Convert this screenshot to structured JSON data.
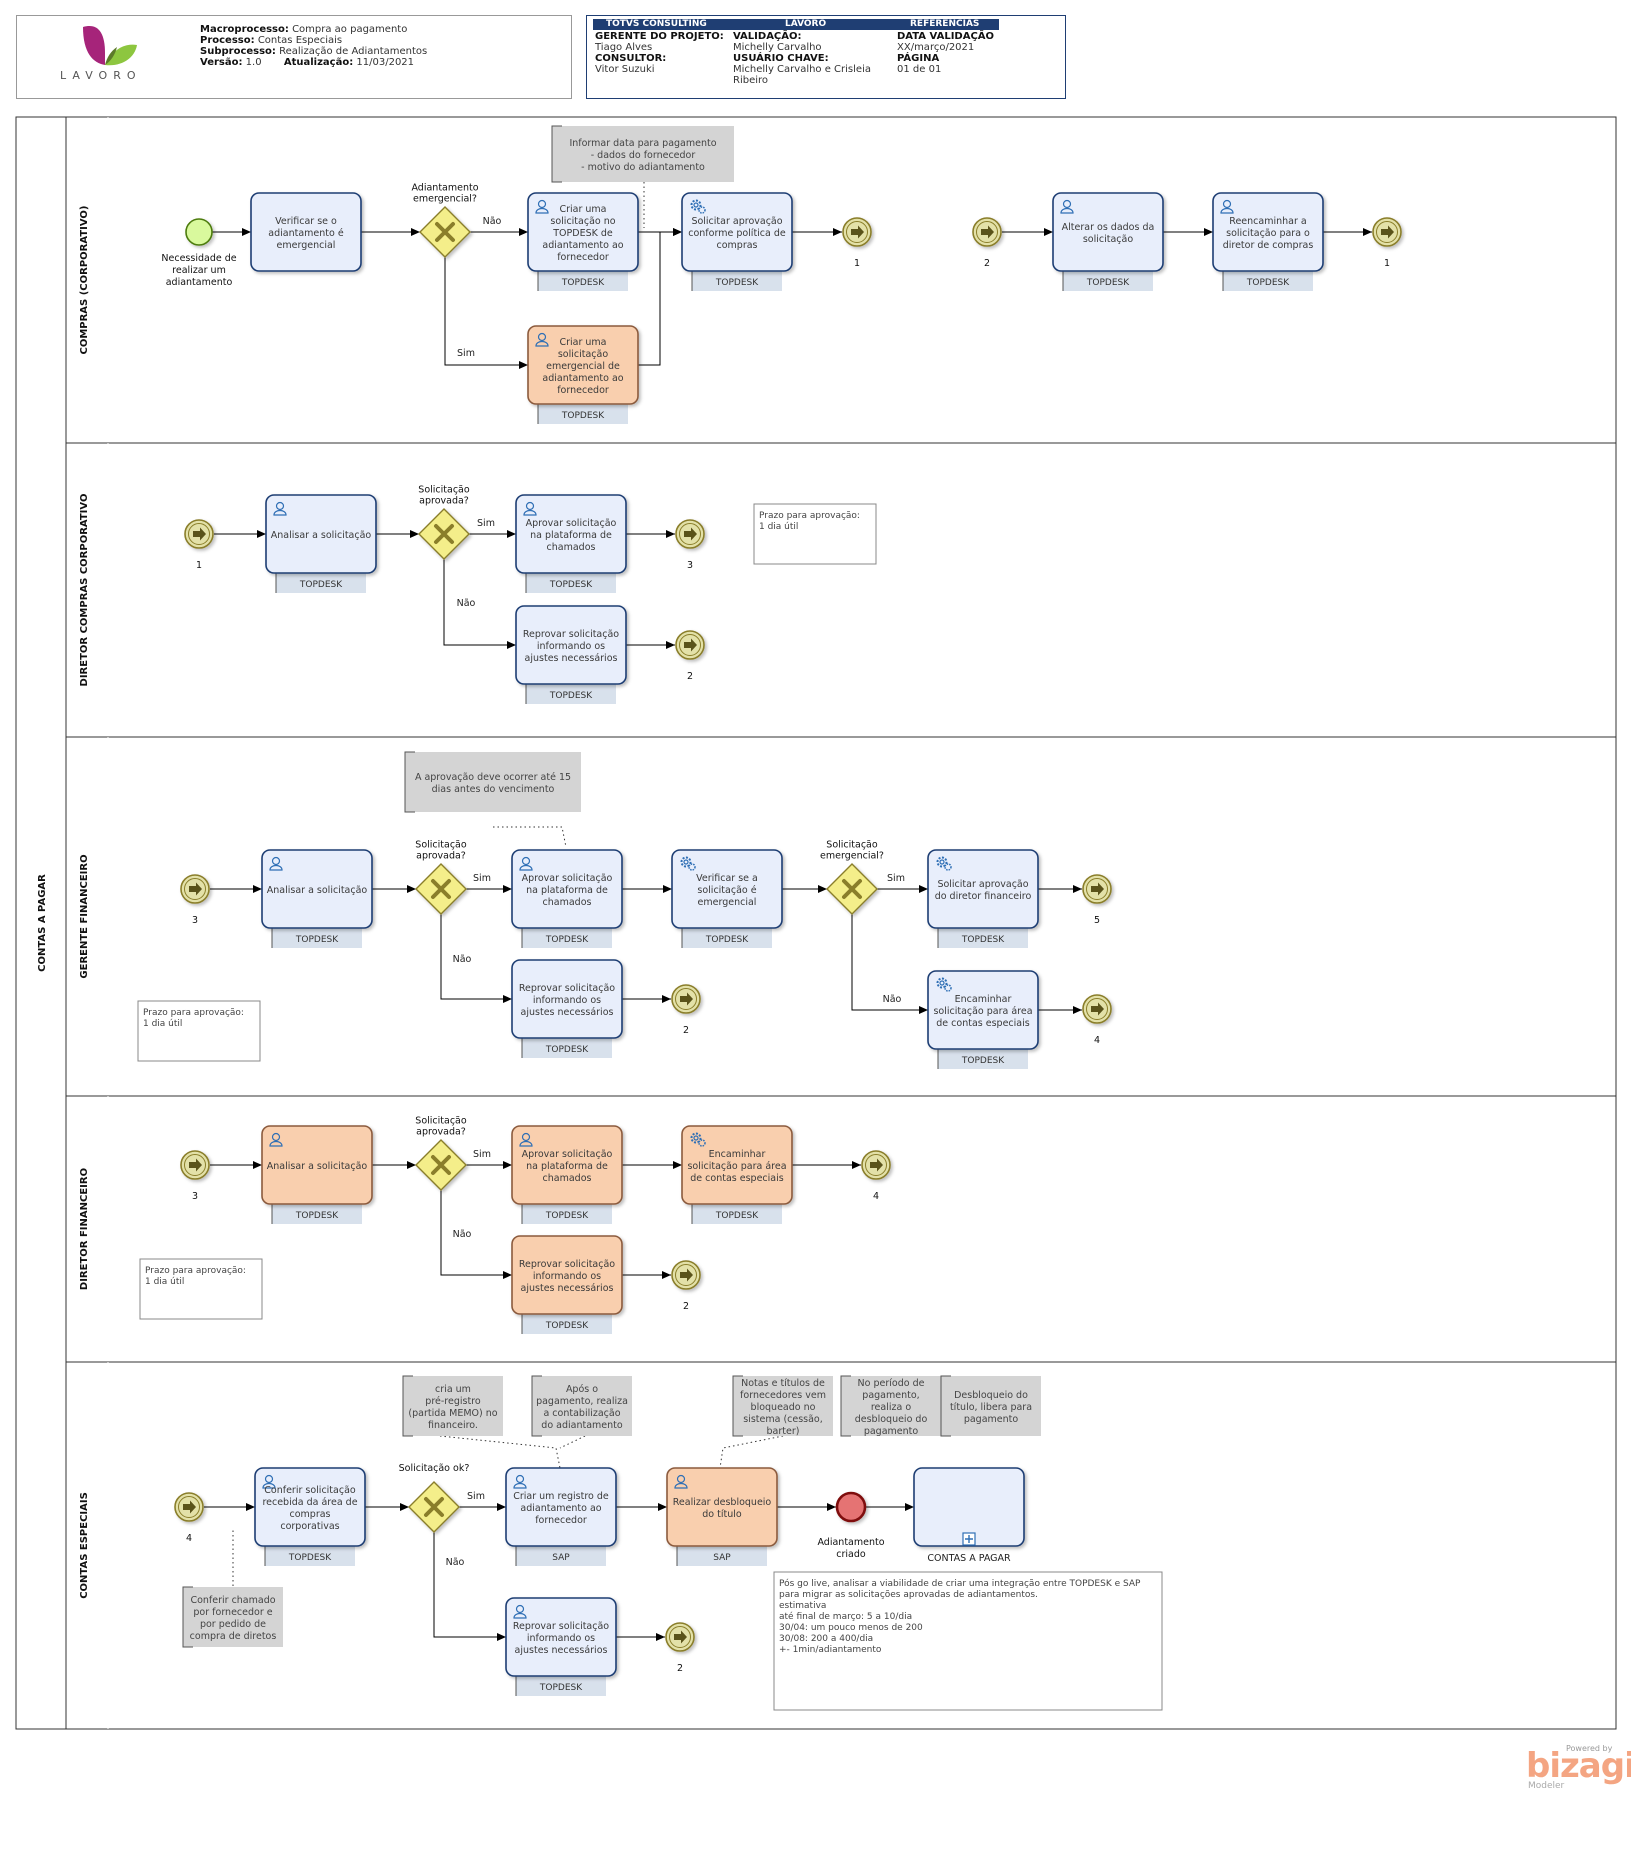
{
  "header": {
    "logo_text": "LAVORO",
    "macroprocesso_label": "Macroprocesso:",
    "macroprocesso": "Compra ao pagamento",
    "processo_label": "Processo:",
    "processo": "Contas Especiais",
    "subprocesso_label": "Subprocesso:",
    "subprocesso": "Realização de Adiantamentos",
    "versao_label": "Versão:",
    "versao": "1.0",
    "atualizacao_label": "Atualização:",
    "atualizacao": "11/03/2021",
    "table_heads": [
      "TOTVS CONSULTING",
      "LAVORO",
      "REFERÊNCIAS"
    ],
    "gerente_label": "GERENTE DO PROJETO:",
    "gerente": "Tiago Alves",
    "consultor_label": "CONSULTOR:",
    "consultor": "Vitor Suzuki",
    "validacao_label": "VALIDAÇÃO:",
    "validacao": "Michelly Carvalho",
    "usuario_label": "USUÁRIO CHAVE:",
    "usuario": [
      "Michelly Carvalho e Crisleia",
      "Ribeiro"
    ],
    "data_validacao_label": "DATA VALIDAÇÃO",
    "data_validacao": "XX/março/2021",
    "pagina_label": "PÁGINA",
    "pagina": "01 de 01"
  },
  "pool": {
    "name": "CONTAS A PAGAR"
  },
  "lanes": [
    {
      "name": "COMPRAS (CORPORATIVO)"
    },
    {
      "name": "DIRETOR COMPRAS CORPORATIVO"
    },
    {
      "name": "GERENTE FINANCEIRO"
    },
    {
      "name": "DIRETOR FINANCEIRO"
    },
    {
      "name": "CONTAS ESPECIAIS"
    }
  ],
  "diagram": {
    "colors": {
      "task_blue": "#E8EEFB",
      "task_orange": "#F9CFAE",
      "task_border_blue": "#1F3E73",
      "task_border_orange": "#8B5A3C",
      "gateway": "#F4EE8A",
      "event_start": "#D9F99D",
      "event_end": "#E57373",
      "link_event": "#E3E1A8",
      "sys_tag": "#D8E1EC",
      "annotation": "#D4D4D4",
      "header_bar": "#1F3E73"
    },
    "tasks": [
      {
        "id": "t1",
        "lines": [
          "Verificar se o",
          "adiantamento é",
          "emergencial"
        ],
        "style": "blue",
        "icon": ""
      },
      {
        "id": "t2",
        "lines": [
          "Criar uma",
          "solicitação no",
          "TOPDESK de",
          "adiantamento ao",
          "fornecedor"
        ],
        "style": "blue",
        "icon": "user",
        "sys": "TOPDESK"
      },
      {
        "id": "t3",
        "lines": [
          "Criar uma",
          "solicitação",
          "emergencial de",
          "adiantamento ao",
          "fornecedor"
        ],
        "style": "orange",
        "icon": "user",
        "sys": "TOPDESK"
      },
      {
        "id": "t4",
        "lines": [
          "Solicitar aprovação",
          "conforme política de",
          "compras"
        ],
        "style": "blue",
        "icon": "gear",
        "sys": "TOPDESK"
      },
      {
        "id": "t5",
        "lines": [
          "Alterar os dados da",
          "solicitação"
        ],
        "style": "blue",
        "icon": "user",
        "sys": "TOPDESK"
      },
      {
        "id": "t6",
        "lines": [
          "Reencaminhar a",
          "solicitação para o",
          "diretor de compras"
        ],
        "style": "blue",
        "icon": "user",
        "sys": "TOPDESK"
      },
      {
        "id": "t7",
        "lines": [
          "Analisar a solicitação"
        ],
        "style": "blue",
        "icon": "user",
        "sys": "TOPDESK"
      },
      {
        "id": "t8",
        "lines": [
          "Aprovar solicitação",
          "na plataforma de",
          "chamados"
        ],
        "style": "blue",
        "icon": "user",
        "sys": "TOPDESK"
      },
      {
        "id": "t9",
        "lines": [
          "Reprovar solicitação",
          "informando os",
          "ajustes necessários"
        ],
        "style": "blue",
        "icon": "",
        "sys": "TOPDESK"
      },
      {
        "id": "t10",
        "lines": [
          "Analisar a solicitação"
        ],
        "style": "blue",
        "icon": "user",
        "sys": "TOPDESK"
      },
      {
        "id": "t11",
        "lines": [
          "Aprovar solicitação",
          "na plataforma de",
          "chamados"
        ],
        "style": "blue",
        "icon": "user",
        "sys": "TOPDESK"
      },
      {
        "id": "t12",
        "lines": [
          "Verificar se a",
          "solicitação é",
          "emergencial"
        ],
        "style": "blue",
        "icon": "gear",
        "sys": "TOPDESK"
      },
      {
        "id": "t13",
        "lines": [
          "Solicitar aprovação",
          "do diretor financeiro"
        ],
        "style": "blue",
        "icon": "gear",
        "sys": "TOPDESK"
      },
      {
        "id": "t14",
        "lines": [
          "Reprovar solicitação",
          "informando os",
          "ajustes necessários"
        ],
        "style": "blue",
        "icon": "",
        "sys": "TOPDESK"
      },
      {
        "id": "t15",
        "lines": [
          "Encaminhar",
          "solicitação para área",
          "de contas especiais"
        ],
        "style": "blue",
        "icon": "gear",
        "sys": "TOPDESK"
      },
      {
        "id": "t16",
        "lines": [
          "Analisar a solicitação"
        ],
        "style": "orange",
        "icon": "user",
        "sys": "TOPDESK"
      },
      {
        "id": "t17",
        "lines": [
          "Aprovar solicitação",
          "na plataforma de",
          "chamados"
        ],
        "style": "orange",
        "icon": "user",
        "sys": "TOPDESK"
      },
      {
        "id": "t18",
        "lines": [
          "Encaminhar",
          "solicitação para área",
          "de contas especiais"
        ],
        "style": "orange",
        "icon": "gear",
        "sys": "TOPDESK"
      },
      {
        "id": "t19",
        "lines": [
          "Reprovar solicitação",
          "informando os",
          "ajustes necessários"
        ],
        "style": "orange",
        "icon": "",
        "sys": "TOPDESK"
      },
      {
        "id": "t20",
        "lines": [
          "Conferir solicitação",
          "recebida da área de",
          "compras",
          "corporativas"
        ],
        "style": "blue",
        "icon": "user",
        "sys": "TOPDESK"
      },
      {
        "id": "t21",
        "lines": [
          "Criar um registro de",
          "adiantamento ao",
          "fornecedor"
        ],
        "style": "blue",
        "icon": "user",
        "sys": "SAP"
      },
      {
        "id": "t22",
        "lines": [
          "Realizar desbloqueio",
          "do título"
        ],
        "style": "orange",
        "icon": "user",
        "sys": "SAP"
      },
      {
        "id": "t23",
        "lines": [
          "Reprovar solicitação",
          "informando os",
          "ajustes necessários"
        ],
        "style": "blue",
        "icon": "user",
        "sys": "TOPDESK"
      },
      {
        "id": "t24",
        "lines": [],
        "style": "blue",
        "icon": "subprocess"
      }
    ],
    "subprocess_label": "CONTAS A PAGAR",
    "gateways": [
      {
        "id": "g1",
        "lines": [
          "Adiantamento",
          "emergencial?"
        ]
      },
      {
        "id": "g2",
        "lines": [
          "Solicitação",
          "aprovada?"
        ]
      },
      {
        "id": "g3",
        "lines": [
          "Solicitação",
          "aprovada?"
        ]
      },
      {
        "id": "g4",
        "lines": [
          "Solicitação",
          "emergencial?"
        ]
      },
      {
        "id": "g5",
        "lines": [
          "Solicitação",
          "aprovada?"
        ]
      },
      {
        "id": "g6",
        "lines": [
          "Solicitação ok?"
        ]
      }
    ],
    "events": [
      {
        "id": "e_start",
        "type": "start",
        "lines": [
          "Necessidade de",
          "realizar um",
          "adiantamento"
        ]
      },
      {
        "id": "l1",
        "type": "link",
        "label": "1"
      },
      {
        "id": "l2",
        "type": "link",
        "label": "2"
      },
      {
        "id": "l3",
        "type": "link",
        "label": "1"
      },
      {
        "id": "l4",
        "type": "link",
        "label": "1"
      },
      {
        "id": "l5",
        "type": "link",
        "label": "3"
      },
      {
        "id": "l6",
        "type": "link",
        "label": "2"
      },
      {
        "id": "l7",
        "type": "link",
        "label": "3"
      },
      {
        "id": "l8",
        "type": "link",
        "label": "5"
      },
      {
        "id": "l9",
        "type": "link",
        "label": "2"
      },
      {
        "id": "l10",
        "type": "link",
        "label": "4"
      },
      {
        "id": "l11",
        "type": "link",
        "label": "3"
      },
      {
        "id": "l12",
        "type": "link",
        "label": "4"
      },
      {
        "id": "l13",
        "type": "link",
        "label": "2"
      },
      {
        "id": "l14",
        "type": "link",
        "label": "4"
      },
      {
        "id": "l15",
        "type": "link",
        "label": "2"
      },
      {
        "id": "e_end",
        "type": "end",
        "lines": [
          "Adiantamento",
          "criado"
        ]
      }
    ],
    "flow_labels": {
      "nao": "Não",
      "sim": "Sim"
    },
    "annotations": [
      {
        "id": "a1",
        "lines": [
          "Informar data para pagamento",
          "- dados do fornecedor",
          "- motivo do adiantamento"
        ],
        "style": "gray"
      },
      {
        "id": "a2",
        "lines": [
          "Prazo para aprovação:",
          "",
          "1 dia útil"
        ],
        "style": "white"
      },
      {
        "id": "a3",
        "lines": [
          "A aprovação deve ocorrer até 15",
          "dias antes do vencimento"
        ],
        "style": "gray"
      },
      {
        "id": "a4",
        "lines": [
          "Prazo para aprovação:",
          "",
          "1 dia útil"
        ],
        "style": "white"
      },
      {
        "id": "a5",
        "lines": [
          "Prazo para aprovação:",
          "",
          "1 dia útil"
        ],
        "style": "white"
      },
      {
        "id": "a6",
        "lines": [
          "cria um",
          "pré-registro",
          "(partida MEMO) no",
          "financeiro."
        ],
        "style": "gray"
      },
      {
        "id": "a7",
        "lines": [
          "Após o",
          "pagamento, realiza",
          "a contabilização",
          "do adiantamento"
        ],
        "style": "gray"
      },
      {
        "id": "a8",
        "lines": [
          "Notas e títulos de",
          "fornecedores vem",
          "bloqueado no",
          "sistema (cessão,",
          "barter)"
        ],
        "style": "gray"
      },
      {
        "id": "a9",
        "lines": [
          "No período de",
          "pagamento,",
          "realiza o",
          "desbloqueio do",
          "pagamento"
        ],
        "style": "gray"
      },
      {
        "id": "a10",
        "lines": [
          "Desbloqueio do",
          "título, libera para",
          "pagamento"
        ],
        "style": "gray"
      },
      {
        "id": "a11",
        "lines": [
          "Conferir chamado",
          "por fornecedor e",
          "por pedido de",
          "compra de diretos"
        ],
        "style": "gray"
      },
      {
        "id": "a12",
        "lines": [
          "Pós go live, analisar a viabilidade de criar uma integração entre TOPDESK e SAP",
          "para migrar as solicitações aprovadas de adiantamentos.",
          "",
          "estimativa",
          "até final de março: 5 a 10/dia",
          "30/04: um pouco menos de 200",
          "30/08: 200 a 400/dia",
          "",
          "+- 1min/adiantamento"
        ],
        "style": "white"
      }
    ]
  },
  "footer": {
    "powered": "Powered by",
    "brand": "bizagi",
    "sub": "Modeler"
  }
}
